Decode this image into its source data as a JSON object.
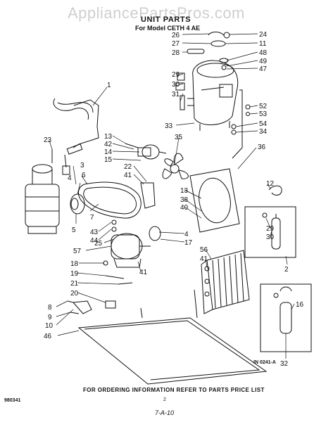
{
  "watermark": "AppliancePartsPros.com",
  "header": {
    "title": "UNIT PARTS",
    "model": "For Model CETH 4 AE"
  },
  "footer": {
    "note": "FOR ORDERING INFORMATION REFER TO PARTS PRICE LIST",
    "drawing_code": "IN 0241-A",
    "left_code": "980341",
    "page": "2",
    "date": "7-A-10"
  },
  "callouts": [
    "26",
    "24",
    "27",
    "11",
    "28",
    "48",
    "49",
    "47",
    "29",
    "30",
    "31",
    "1",
    "52",
    "53",
    "54",
    "34",
    "33",
    "23",
    "13",
    "42",
    "14",
    "15",
    "22",
    "41",
    "35",
    "36",
    "3",
    "4",
    "6",
    "7",
    "12",
    "5",
    "43",
    "44",
    "25",
    "57",
    "18",
    "19",
    "21",
    "20",
    "8",
    "9",
    "10",
    "46",
    "13",
    "38",
    "40",
    "4",
    "17",
    "56",
    "41",
    "29",
    "30",
    "2",
    "16",
    "32",
    "41"
  ]
}
